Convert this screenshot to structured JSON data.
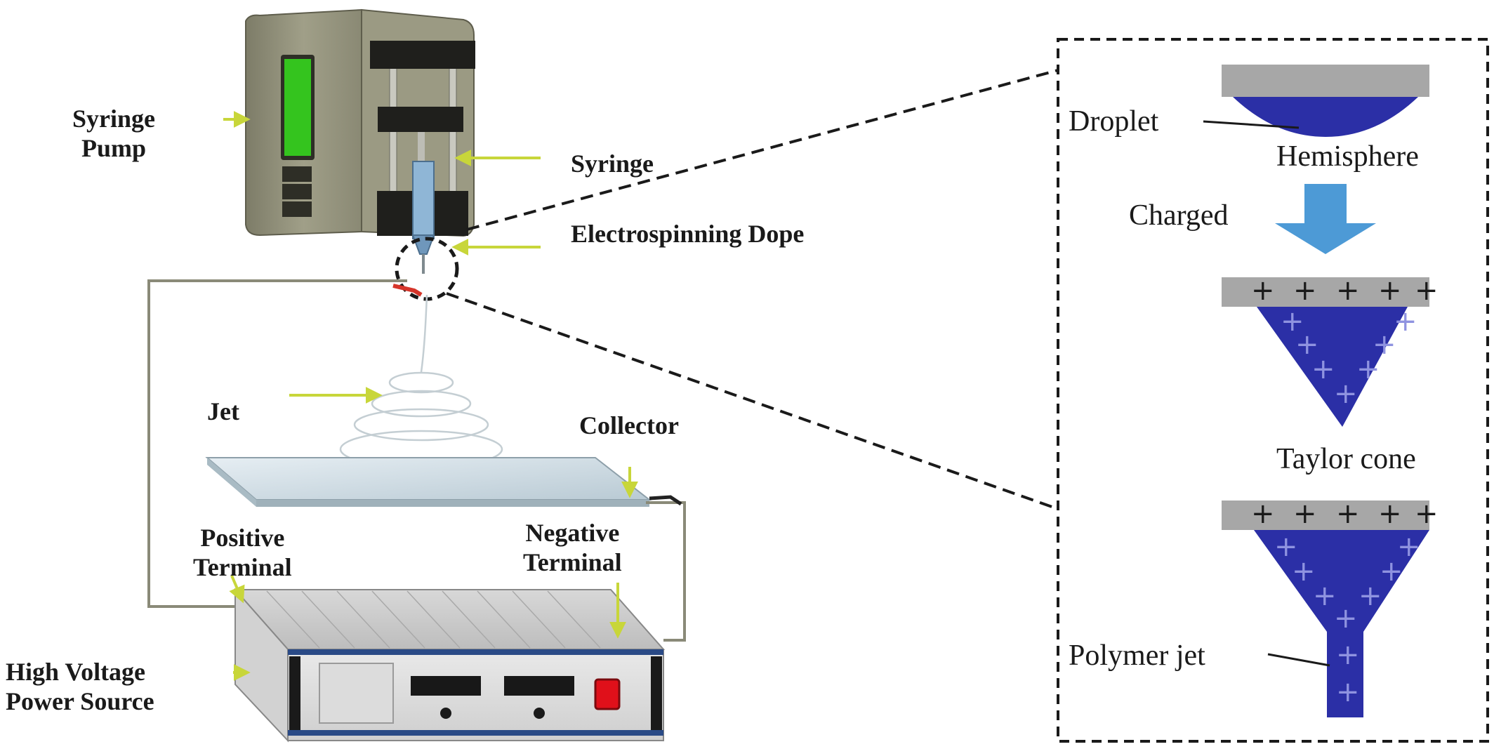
{
  "labels": {
    "syringe_pump": [
      "Syringe",
      "Pump"
    ],
    "syringe": "Syringe",
    "electrospinning_dope": "Electrospinning Dope",
    "jet": "Jet",
    "collector": "Collector",
    "positive_terminal": [
      "Positive",
      "Terminal"
    ],
    "negative_terminal": [
      "Negative",
      "Terminal"
    ],
    "power_source": [
      "High Voltage",
      "Power Source"
    ]
  },
  "detail": {
    "droplet": "Droplet",
    "hemisphere": "Hemisphere",
    "charged": "Charged",
    "taylor_cone": "Taylor cone",
    "polymer_jet": "Polymer jet",
    "plus_sign": "+"
  },
  "colors": {
    "pump_body": "#8e8d77",
    "pump_screen": "#34c41e",
    "plate": "#a7a7a7",
    "liquid": "#2b2fa6",
    "arrow": "#c8d63a",
    "charged_arrow": "#4d9ad6",
    "power_button": "#e0101a",
    "wire": "#8a8a78"
  }
}
